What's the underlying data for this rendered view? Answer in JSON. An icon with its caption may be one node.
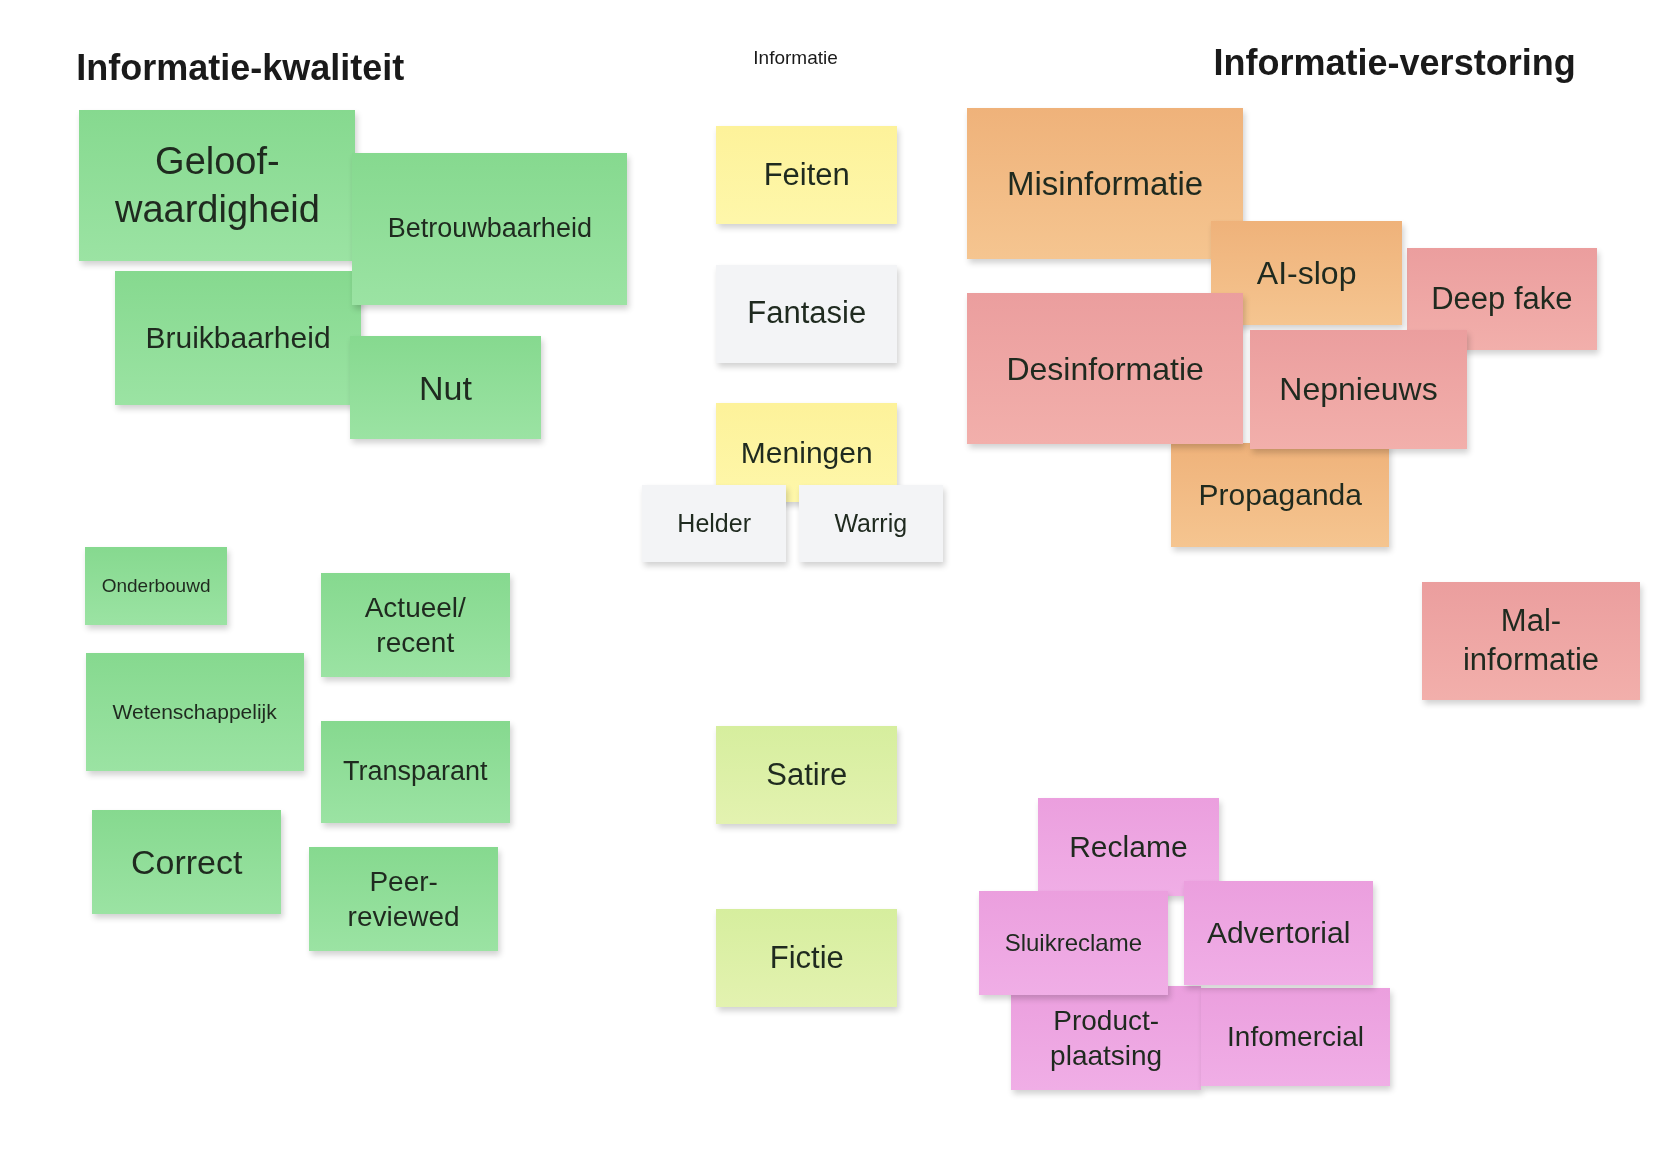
{
  "diagram": {
    "nodes": [
      {
        "text": [
          "Geloof-waardigheid"
        ]
      },
      {
        "text": [
          "Betrouwbaarheid"
        ]
      },
      {
        "text": [
          "Bruikbaarheid"
        ]
      },
      {
        "text": [
          "Nut"
        ]
      },
      {
        "text": [
          "Onderbouwd"
        ]
      },
      {
        "text": [
          "Actueel/ recent"
        ]
      },
      {
        "text": [
          "Wetenschappelijk"
        ]
      },
      {
        "text": [
          "Transparant"
        ]
      },
      {
        "text": [
          "Correct"
        ]
      },
      {
        "text": [
          "Peer-reviewed"
        ]
      },
      {
        "text": [
          "Feiten"
        ]
      },
      {
        "text": [
          "Fantasie"
        ]
      },
      {
        "text": [
          "Meningen"
        ]
      },
      {
        "text": [
          "Helder"
        ]
      },
      {
        "text": [
          "Warrig"
        ]
      },
      {
        "text": [
          "Satire"
        ]
      },
      {
        "text": [
          "Fictie"
        ]
      },
      {
        "text": [
          "Misinformatie"
        ]
      },
      {
        "text": [
          "AI-slop"
        ]
      },
      {
        "text": [
          "Deep fake"
        ]
      },
      {
        "text": [
          "Desinformatie"
        ]
      },
      {
        "text": [
          "Nepnieuws"
        ]
      },
      {
        "text": [
          "Propaganda"
        ]
      },
      {
        "text": [
          "Mal-informatie"
        ]
      },
      {
        "text": [
          "Reclame"
        ]
      },
      {
        "text": [
          "Sluikreclame"
        ]
      },
      {
        "text": [
          "Advertorial"
        ]
      },
      {
        "text": [
          "Product-plaatsing"
        ]
      },
      {
        "text": [
          "Infomercial"
        ]
      }
    ],
    "labels": [
      "Informatie-kwaliteit",
      "Informatie",
      "Informatie-verstoring"
    ]
  }
}
